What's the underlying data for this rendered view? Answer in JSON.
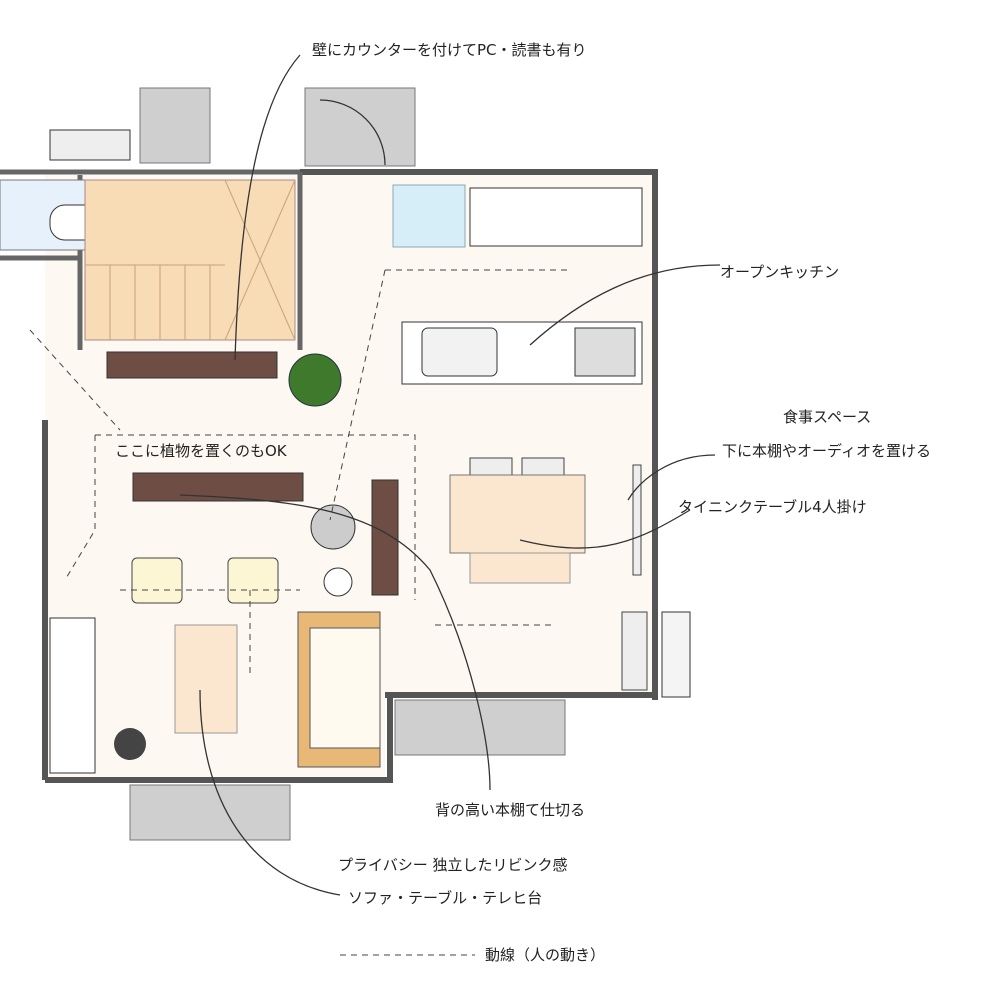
{
  "title": "Floor plan – LDK",
  "annotations": {
    "counter": "壁にカウンターを付けてPC・読書も有り",
    "open_kitchen": "オープンキッチン",
    "dining_space": "食事スペース",
    "shelf_audio": "下に本棚やオーディオを置ける",
    "dining_table": "タイニンクテーブル4人掛け",
    "plant_ok": "ここに植物を置くのもOK",
    "tall_shelf": "背の高い本棚て仕切る",
    "privacy": "プライバシー  独立したリビンク感",
    "sofa_table_tv": "ソファ・テーブル・テレヒ台"
  },
  "legend": {
    "label": "動線（人の動き）"
  },
  "colors": {
    "floor": "#fdf8f1",
    "stairs": "#f7dcb5",
    "sofa": "#e8b877",
    "shelf": "#6e4e44",
    "tile": "#d6eef7"
  }
}
